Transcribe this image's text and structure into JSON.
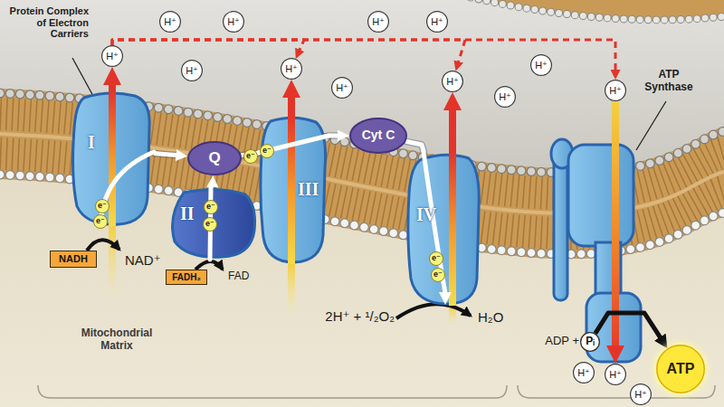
{
  "diagram": {
    "nodes": [
      {
        "text": [
          "I"
        ]
      },
      {
        "text": [
          "Q"
        ]
      },
      {
        "text": [
          "II"
        ]
      },
      {
        "text": [
          "III"
        ]
      },
      {
        "text": [
          "Cyt C"
        ]
      },
      {
        "text": [
          "IV"
        ]
      },
      {
        "text": [
          "NADH"
        ]
      },
      {
        "text": [
          "FADH₂"
        ]
      },
      {
        "text": [
          "ATP"
        ]
      },
      {
        "text": [
          "Pᵢ"
        ]
      },
      {
        "text": [
          "e⁻"
        ],
        "in": 0
      },
      {
        "text": [
          "e⁻"
        ],
        "in": 0
      },
      {
        "text": [
          "e⁻"
        ],
        "in": 2
      },
      {
        "text": [
          "e⁻"
        ],
        "in": 2
      },
      {
        "text": [
          "e⁻"
        ]
      },
      {
        "text": [
          "e⁻"
        ],
        "in": 3
      },
      {
        "text": [
          "e⁻"
        ],
        "in": 5
      },
      {
        "text": [
          "e⁻"
        ],
        "in": 5
      },
      {
        "text": [
          "H⁺"
        ]
      },
      {
        "text": [
          "H⁺"
        ]
      },
      {
        "text": [
          "H⁺"
        ]
      },
      {
        "text": [
          "H⁺"
        ]
      },
      {
        "text": [
          "H⁺"
        ]
      },
      {
        "text": [
          "H⁺"
        ]
      },
      {
        "text": [
          "H⁺"
        ]
      },
      {
        "text": [
          "H⁺"
        ]
      },
      {
        "text": [
          "H⁺"
        ]
      },
      {
        "text": [
          "H⁺"
        ]
      },
      {
        "text": [
          "H⁺"
        ]
      },
      {
        "text": [
          "H⁺"
        ]
      },
      {
        "text": [
          "H⁺"
        ]
      },
      {
        "text": [
          "H⁺"
        ]
      },
      {
        "text": [
          "H⁺"
        ]
      }
    ],
    "edges": [
      {
        "from": 0,
        "to": 1,
        "arrow": "to"
      },
      {
        "from": 2,
        "to": 1,
        "arrow": "to"
      },
      {
        "from": 1,
        "to": 3,
        "arrow": "none"
      },
      {
        "from": 3,
        "to": 4,
        "arrow": "to"
      },
      {
        "from": 4,
        "to": 5,
        "arrow": "none"
      },
      {
        "from": 0,
        "to": 18,
        "arrow": "to"
      },
      {
        "from": 3,
        "to": 22,
        "arrow": "to"
      },
      {
        "from": 5,
        "to": 26,
        "arrow": "to"
      },
      {
        "from": 29,
        "to": 31,
        "arrow": "to"
      },
      {
        "from": 18,
        "to": 22,
        "arrow": "to"
      },
      {
        "from": 18,
        "to": 26,
        "arrow": "to"
      },
      {
        "from": 18,
        "to": 29,
        "arrow": "to"
      },
      {
        "from": 9,
        "to": 8,
        "arrow": "to"
      }
    ],
    "labels": [
      "Protein Complex of Electron Carriers",
      "NAD⁺",
      "FAD",
      "Mitochondrial Matrix",
      "2H⁺ + ¹/₂O₂",
      "H₂O",
      "ATP Synthase",
      "ADP +"
    ]
  }
}
